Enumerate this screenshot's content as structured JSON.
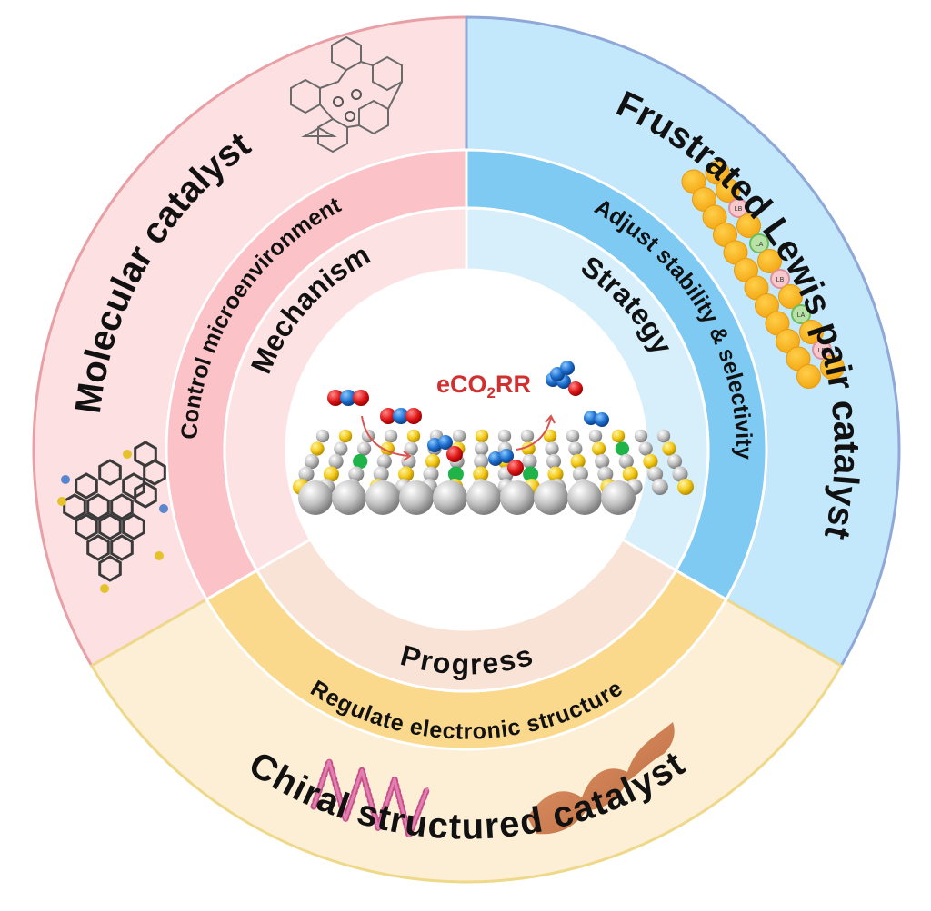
{
  "title": "eCO2RR catalyst design overview",
  "center": {
    "label_prefix": "eCO",
    "label_subscript": "2",
    "label_suffix": "RR",
    "label_color": "#d0302f",
    "illustration": "catalyst-surface-with-co2-and-products"
  },
  "sectors": [
    {
      "id": "molecular",
      "outer_label": "Molecular catalyst",
      "middle_label": "Control microenvironment",
      "inner_label": "Mechanism",
      "colors": {
        "outer": "#fde0e2",
        "middle": "#fbc3c7",
        "inner": "#fde2e4",
        "border": "#e8a0a6"
      },
      "illustrations": [
        "copper-macrocycle-complex-structure",
        "covalent-framework-molecule"
      ]
    },
    {
      "id": "flp",
      "outer_label": "Frustrated Lewis pair catalyst",
      "middle_label": "Adjust stability & selectivity",
      "inner_label": "Strategy",
      "colors": {
        "outer": "#c4e8fb",
        "middle": "#7fcaf3",
        "inner": "#d6effb",
        "border": "#8fa8d8"
      },
      "illustrations": [
        "lewis-pair-atom-chain"
      ],
      "chain_site_labels": {
        "acid": "LA",
        "base": "LB"
      }
    },
    {
      "id": "chiral",
      "outer_label": "Chiral structured catalyst",
      "middle_label": "Regulate electronic structure",
      "inner_label": "Progress",
      "colors": {
        "outer": "#fdefd6",
        "middle": "#fad88c",
        "inner": "#f8e3d6",
        "border": "#eed98a"
      },
      "illustrations": [
        "helical-chain",
        "twisted-nanoribbon"
      ]
    }
  ]
}
